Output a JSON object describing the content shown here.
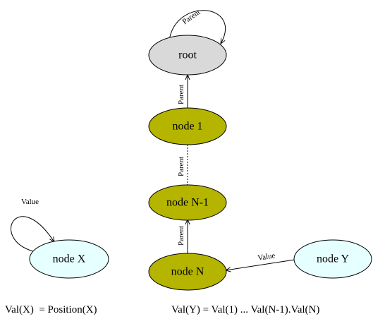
{
  "colors": {
    "root_fill": "#d9d9d9",
    "olive_fill": "#b5b500",
    "cyan_fill": "#e6ffff",
    "stroke": "#000000"
  },
  "nodes": {
    "root": "root",
    "node_1": "node 1",
    "node_n_minus_1": "node N-1",
    "node_n": "node N",
    "node_x": "node X",
    "node_y": "node Y"
  },
  "edges": {
    "root_self": "Parent",
    "node1_to_root": "Parent",
    "nodeN1_to_node1": "Parent",
    "nodeN_to_nodeN1": "Parent",
    "nodeX_self": "Value",
    "nodeY_to_nodeN": "Value"
  },
  "formulas": {
    "val_x": "Val(X)  = Position(X)",
    "val_y": "Val(Y) = Val(1) ... Val(N-1).Val(N)"
  }
}
